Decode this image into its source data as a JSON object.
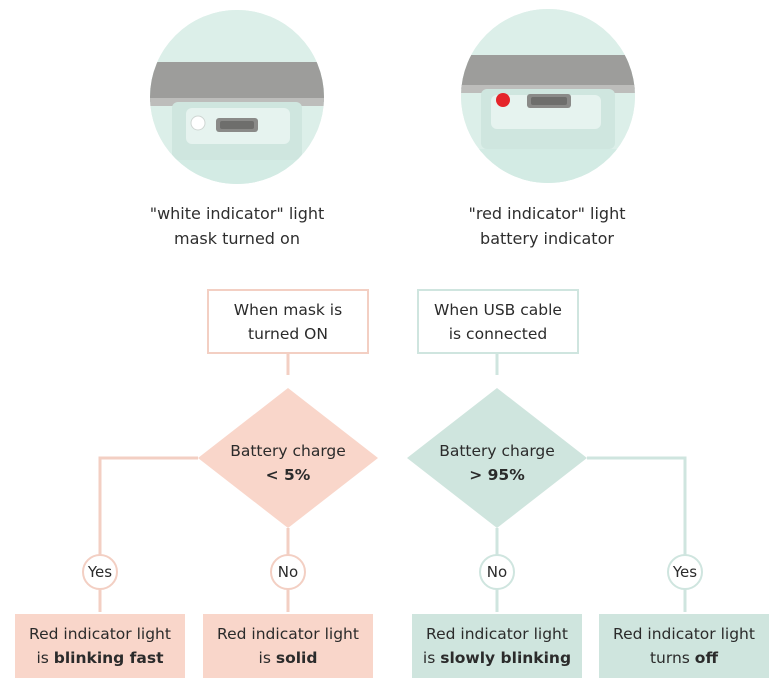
{
  "photos": {
    "left": {
      "caption_line1": "\"white indicator\" light",
      "caption_line2": "mask turned on",
      "led_color": "#ffffff"
    },
    "right": {
      "caption_line1": "\"red indicator\" light",
      "caption_line2": "battery indicator",
      "led_color": "#e5242a"
    }
  },
  "colors": {
    "pink_fill": "#f9d6ca",
    "pink_line": "#f3cfc3",
    "teal_fill": "#cfe5de",
    "teal_line": "#cfe5df"
  },
  "flow_left": {
    "start_line1": "When mask is",
    "start_line2": "turned ON",
    "decision_line1": "Battery charge",
    "decision_line2": "< 5%",
    "yes_label": "Yes",
    "no_label": "No",
    "result_yes_line1": "Red indicator light",
    "result_yes_prefix": "is ",
    "result_yes_bold": "blinking fast",
    "result_no_line1": "Red indicator light",
    "result_no_prefix": "is ",
    "result_no_bold": "solid"
  },
  "flow_right": {
    "start_line1": "When USB cable",
    "start_line2": "is connected",
    "decision_line1": "Battery charge",
    "decision_line2": "> 95%",
    "no_label": "No",
    "yes_label": "Yes",
    "result_no_line1": "Red indicator light",
    "result_no_prefix": "is ",
    "result_no_bold": "slowly blinking",
    "result_yes_line1": "Red indicator light",
    "result_yes_prefix": "turns ",
    "result_yes_bold": "off"
  }
}
